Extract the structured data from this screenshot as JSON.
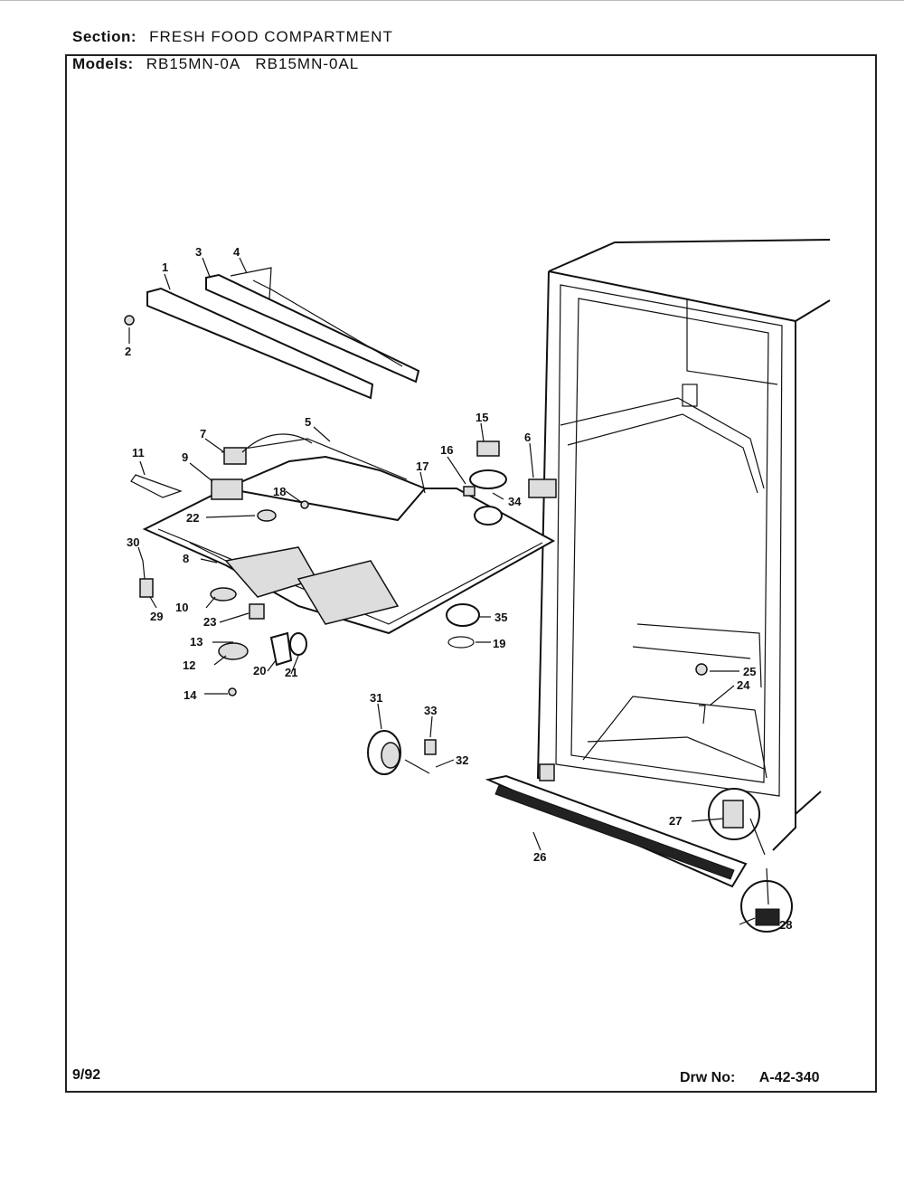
{
  "header": {
    "section_label": "Section:",
    "section_value": "FRESH FOOD COMPARTMENT",
    "models_label": "Models:",
    "models_value": "RB15MN-0A   RB15MN-0AL"
  },
  "footer": {
    "date": "9/92",
    "drawing_label": "Drw No:",
    "drawing_number": "A-42-340"
  },
  "callouts": [
    "1",
    "2",
    "3",
    "4",
    "5",
    "6",
    "7",
    "8",
    "9",
    "10",
    "11",
    "12",
    "13",
    "14",
    "15",
    "16",
    "17",
    "18",
    "19",
    "20",
    "21",
    "22",
    "23",
    "24",
    "25",
    "26",
    "27",
    "28",
    "29",
    "30",
    "31",
    "32",
    "33",
    "34",
    "35"
  ]
}
